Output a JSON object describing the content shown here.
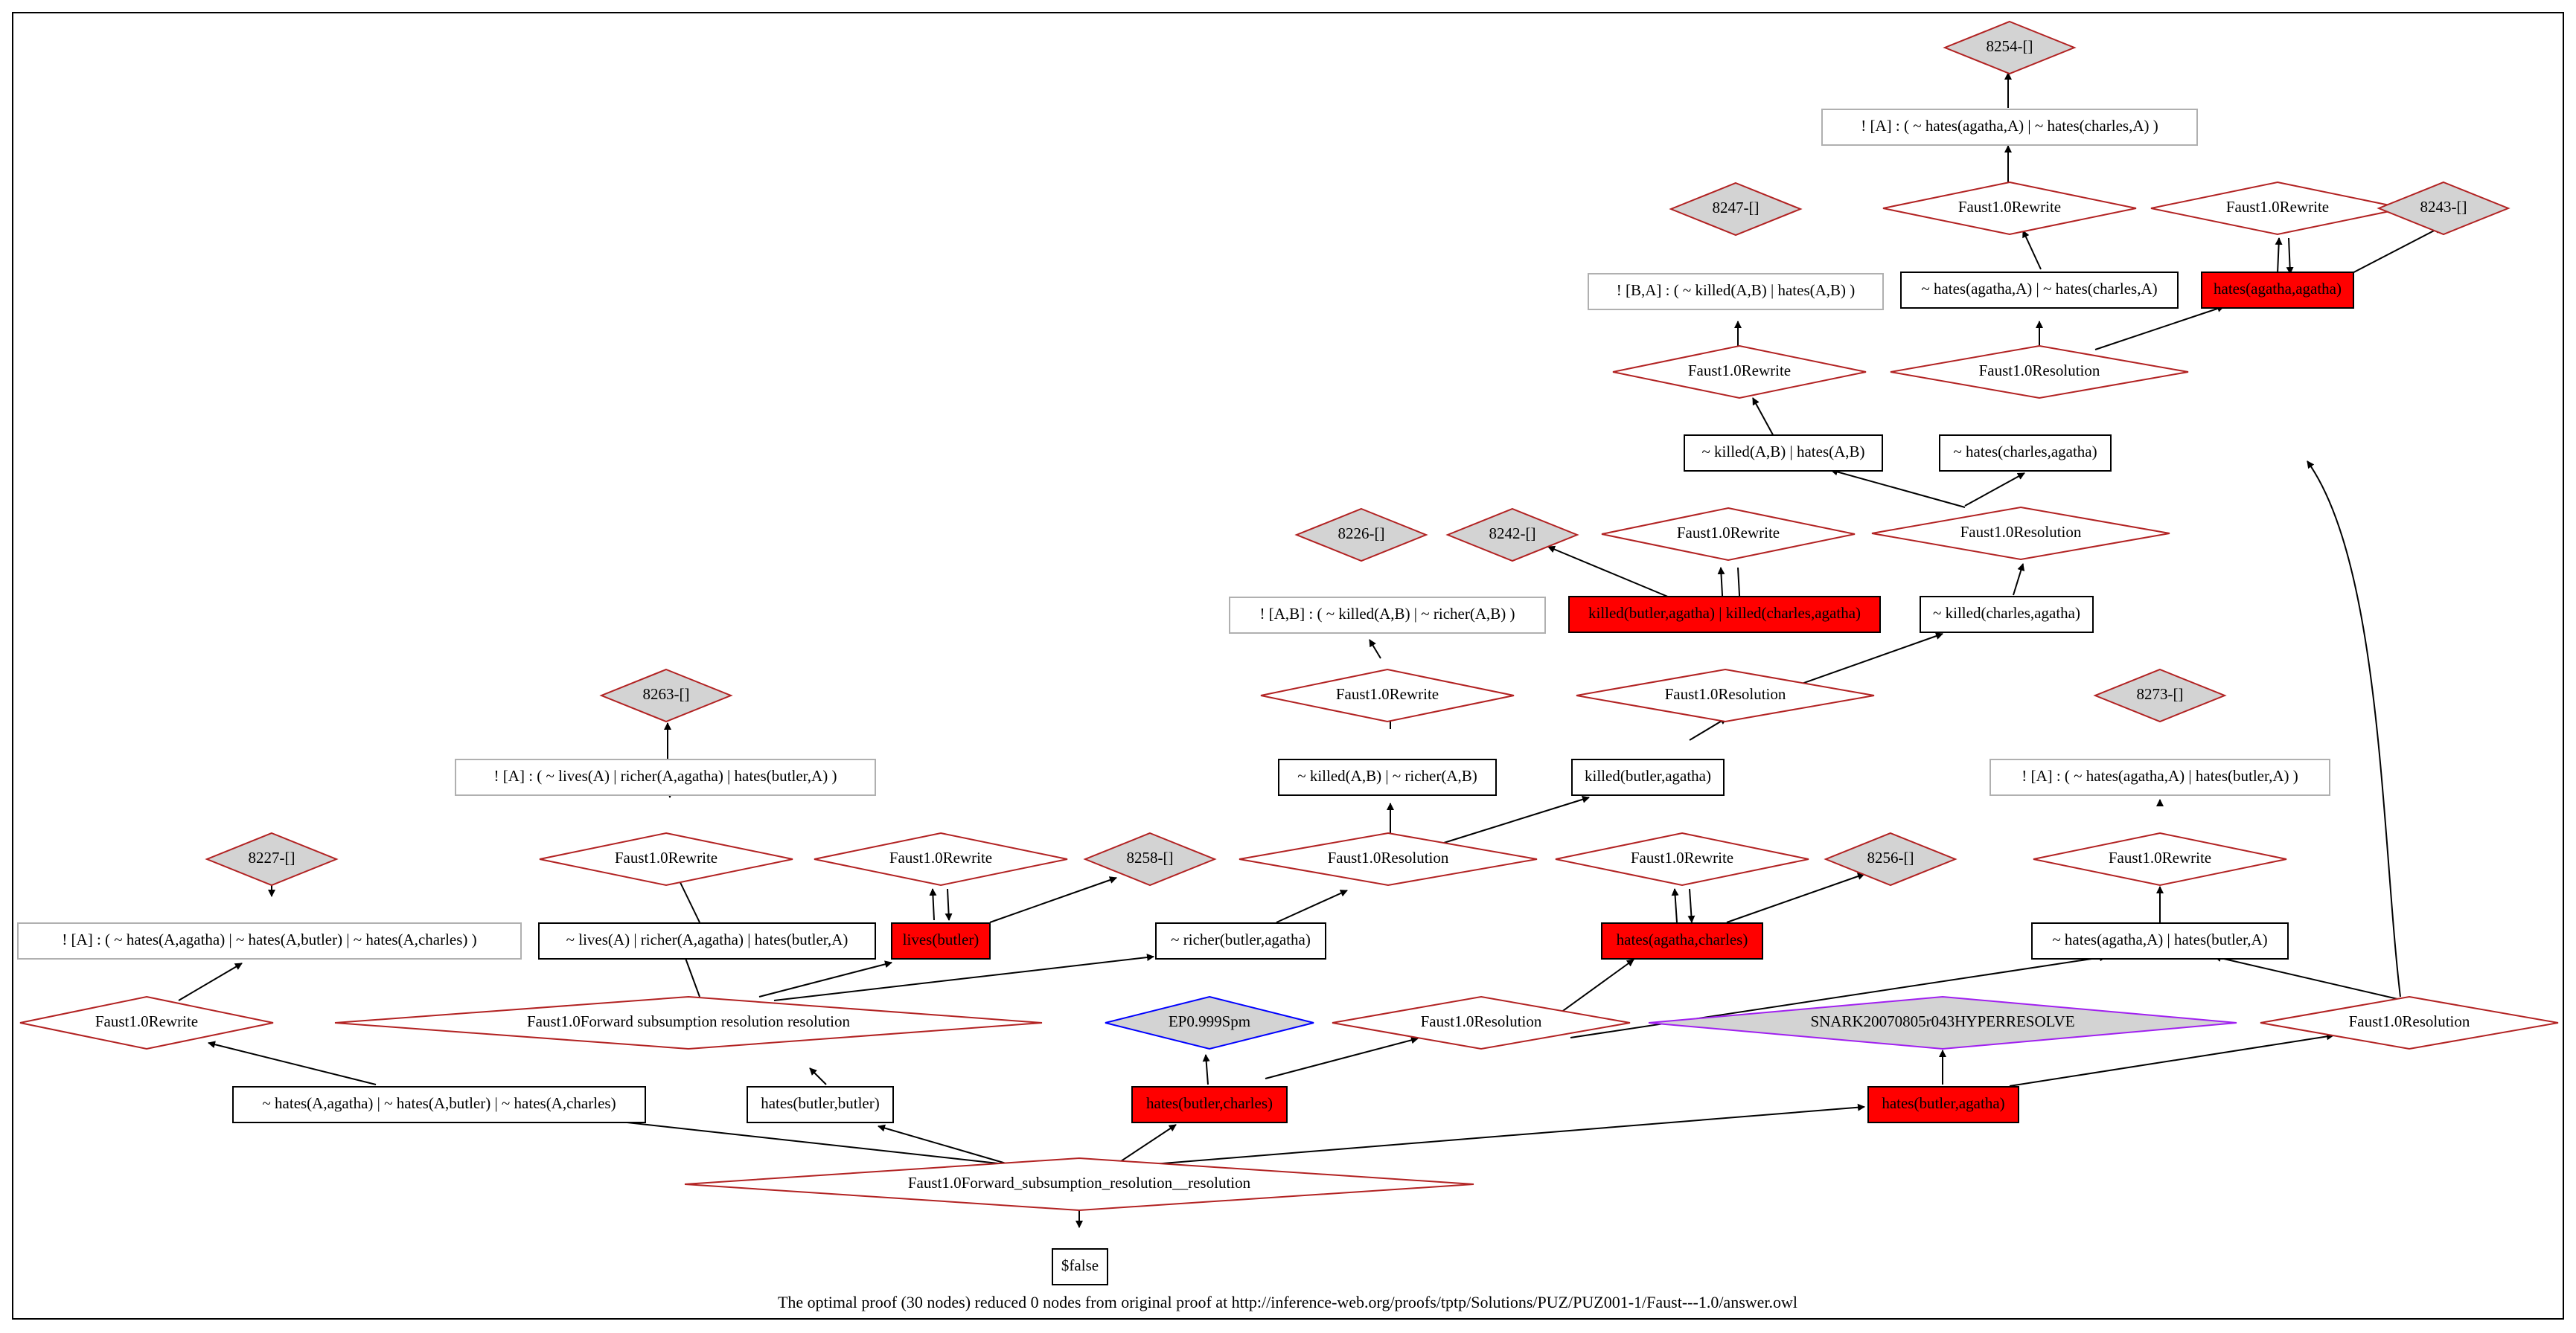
{
  "caption": "The optimal proof (30 nodes) reduced 0 nodes from original proof at http://inference-web.org/proofs/tptp/Solutions/PUZ/PUZ001-1/Faust---1.0/answer.owl",
  "colors": {
    "red": "#ff0000",
    "grey": "#d3d3d3",
    "diamond_stroke": "#b22222",
    "blue": "#0000ff",
    "purple": "#a020f0"
  },
  "nodes": {
    "n8254": "8254-[]",
    "f8254": "! [A] :   ( ~ hates(agatha,A)   | ~ hates(charles,A) )",
    "rw8254": "Faust1.0Rewrite",
    "rw_hh": "Faust1.0Rewrite",
    "n8243": "8243-[]",
    "n8247": "8247-[]",
    "f8247": "! [B,A] :   ( ~ killed(A,B)   | hates(A,B) )",
    "c_nh_nc": "~ hates(agatha,A)  | ~ hates(charles,A)",
    "hh": "hates(agatha,agatha)",
    "rw8247": "Faust1.0Rewrite",
    "res1": "Faust1.0Resolution",
    "c_nk_h": "~ killed(A,B)  | hates(A,B)",
    "c_nhca": "~ hates(charles,agatha)",
    "n8226": "8226-[]",
    "n8242": "8242-[]",
    "rw_kk": "Faust1.0Rewrite",
    "res2": "Faust1.0Resolution",
    "f8226": "! [A,B] :   ( ~ killed(A,B)   | ~ richer(A,B) )",
    "kk": "killed(butler,agatha) | killed(charles,agatha)",
    "c_nkca": "~ killed(charles,agatha)",
    "rw8226": "Faust1.0Rewrite",
    "res3": "Faust1.0Resolution",
    "n8263": "8263-[]",
    "n8273": "8273-[]",
    "c_nk_nr": "~ killed(A,B)  | ~ richer(A,B)",
    "c_kba": "killed(butler,agatha)",
    "f8263": "! [A] :   ( ~ lives(A)   | richer(A,agatha)   | hates(butler,A) )",
    "f8273": "! [A] :   ( ~ hates(agatha,A)   | hates(butler,A) )",
    "n8227": "8227-[]",
    "rw8263": "Faust1.0Rewrite",
    "rw_lb": "Faust1.0Rewrite",
    "n8258": "8258-[]",
    "res4": "Faust1.0Resolution",
    "rw_hac": "Faust1.0Rewrite",
    "n8256": "8256-[]",
    "rw8273": "Faust1.0Rewrite",
    "f8227": "! [A] :   ( ~ hates(A,agatha)   | ~ hates(A,butler)   | ~ hates(A,charles) )",
    "c_nl_r_h": "~ lives(A)  | richer(A,agatha)  | hates(butler,A)",
    "lb": "lives(butler)",
    "c_nrba": "~ richer(butler,agatha)",
    "hac": "hates(agatha,charles)",
    "c_nh_hb": "~ hates(agatha,A)  | hates(butler,A)",
    "rw8227": "Faust1.0Rewrite",
    "fsr1": "Faust1.0Forward  subsumption  resolution    resolution",
    "ep": "EP0.999Spm",
    "res5": "Faust1.0Resolution",
    "snark": "SNARK20070805r043HYPERRESOLVE",
    "res6": "Faust1.0Resolution",
    "c_3h": "~ hates(A,agatha)  | ~ hates(A,butler)  | ~ hates(A,charles)",
    "hbb": "hates(butler,butler)",
    "hbc": "hates(butler,charles)",
    "hba": "hates(butler,agatha)",
    "fsr2": "Faust1.0Forward_subsumption_resolution__resolution",
    "false": "$false"
  }
}
